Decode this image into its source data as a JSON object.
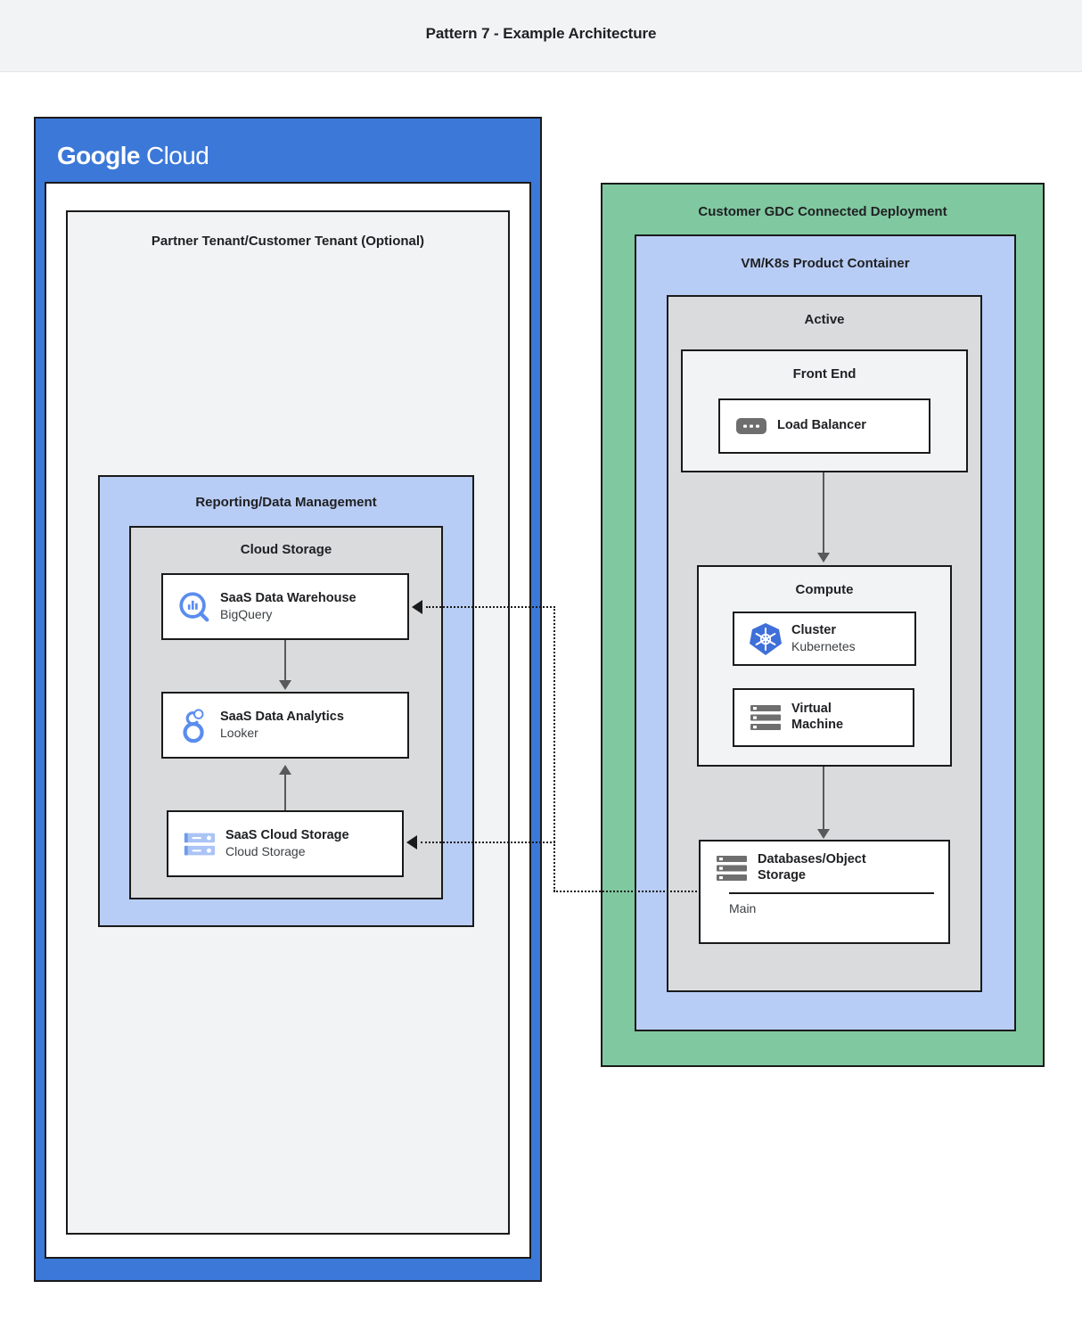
{
  "header": {
    "title": "Pattern 7 - Example Architecture"
  },
  "colors": {
    "google_blue": "#3c78d8",
    "light_blue": "#b8cdf5",
    "green": "#80c8a0",
    "gray": "#d9dbdd",
    "light_gray": "#f1f3f4",
    "white": "#ffffff",
    "border": "#1a1a1a",
    "arrow": "#595959",
    "icon_blue": "#5b8def",
    "icon_gray": "#6e6e6e",
    "k8s_blue": "#3f6fd8"
  },
  "google_cloud": {
    "logo_bold": "Google",
    "logo_light": "Cloud",
    "tenant": {
      "title": "Partner Tenant/Customer Tenant (Optional)",
      "reporting": {
        "title": "Reporting/Data Management",
        "cloud_storage": {
          "title": "Cloud Storage",
          "nodes": [
            {
              "id": "saas-data-warehouse",
              "icon": "bigquery-icon",
              "primary": "SaaS Data Warehouse",
              "secondary": "BigQuery"
            },
            {
              "id": "saas-data-analytics",
              "icon": "looker-icon",
              "primary": "SaaS Data Analytics",
              "secondary": "Looker"
            },
            {
              "id": "saas-cloud-storage",
              "icon": "cloud-storage-icon",
              "primary": "SaaS Cloud Storage",
              "secondary": "Cloud Storage"
            }
          ]
        }
      }
    }
  },
  "gdc": {
    "title": "Customer GDC Connected Deployment",
    "vm_k8s": {
      "title": "VM/K8s Product Container",
      "active": {
        "title": "Active",
        "front_end": {
          "title": "Front End",
          "node": {
            "id": "load-balancer",
            "icon": "load-balancer-icon",
            "primary": "Load Balancer",
            "secondary": ""
          }
        },
        "compute": {
          "title": "Compute",
          "nodes": [
            {
              "id": "cluster",
              "icon": "kubernetes-icon",
              "primary": "Cluster",
              "secondary": "Kubernetes"
            },
            {
              "id": "virtual-machine",
              "icon": "virtual-machine-icon",
              "primary_line1": "Virtual",
              "primary_line2": "Machine",
              "secondary": ""
            }
          ]
        },
        "database": {
          "id": "databases-object-storage",
          "icon": "database-icon",
          "primary_line1": "Databases/Object",
          "primary_line2": "Storage",
          "sub_label": "Main"
        }
      }
    }
  }
}
